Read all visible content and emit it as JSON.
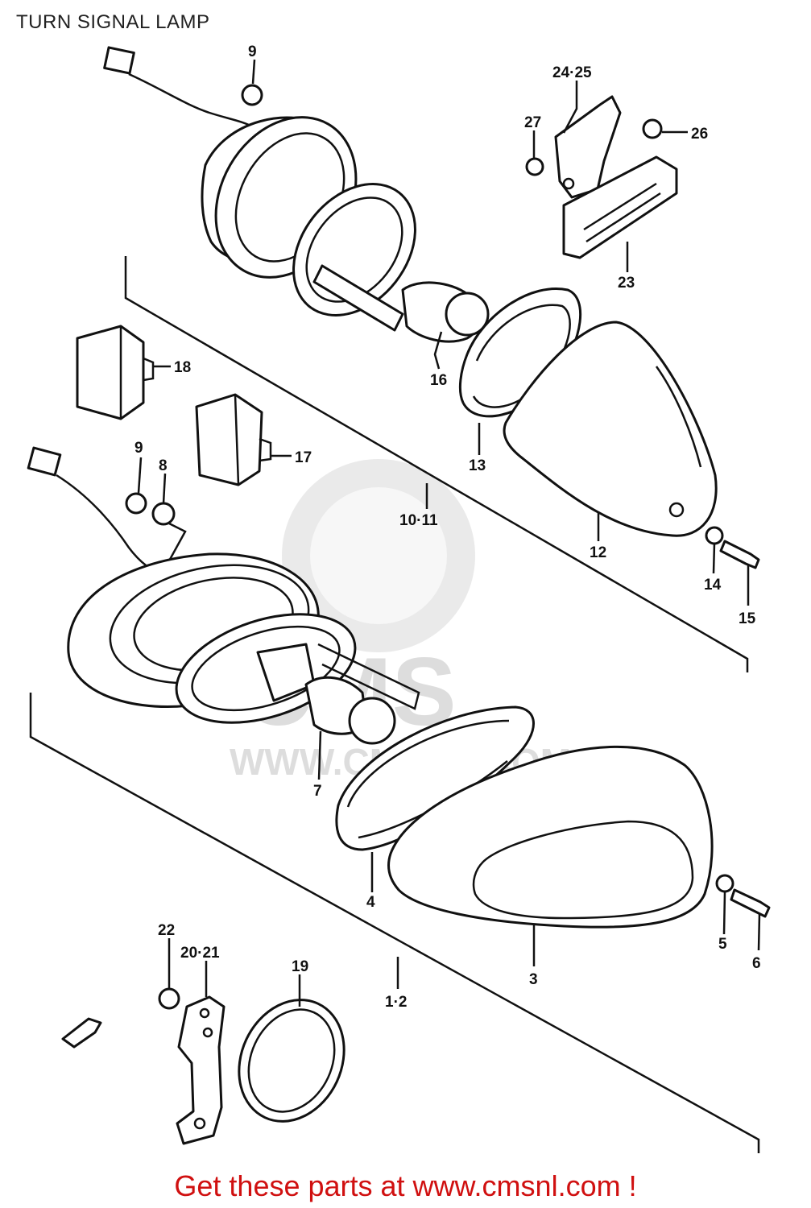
{
  "page_title": "TURN SIGNAL LAMP",
  "footer_text": "Get these parts at www.cmsnl.com !",
  "watermark": {
    "brand": "CMS",
    "url": "WWW.CMSNL.COM"
  },
  "colors": {
    "footer": "#d01010",
    "line": "#111111",
    "watermark": "#d0d0d0"
  },
  "labels": {
    "l9a": "9",
    "l2425": "24·25",
    "l27": "27",
    "l26": "26",
    "l23": "23",
    "l18": "18",
    "l16": "16",
    "l13": "13",
    "l17": "17",
    "l9b": "9",
    "l8": "8",
    "l1011": "10·11",
    "l12": "12",
    "l14": "14",
    "l15": "15",
    "l7": "7",
    "l4": "4",
    "l3": "3",
    "l5": "5",
    "l6": "6",
    "l22": "22",
    "l2021": "20·21",
    "l19": "19",
    "l12b": "1·2"
  }
}
